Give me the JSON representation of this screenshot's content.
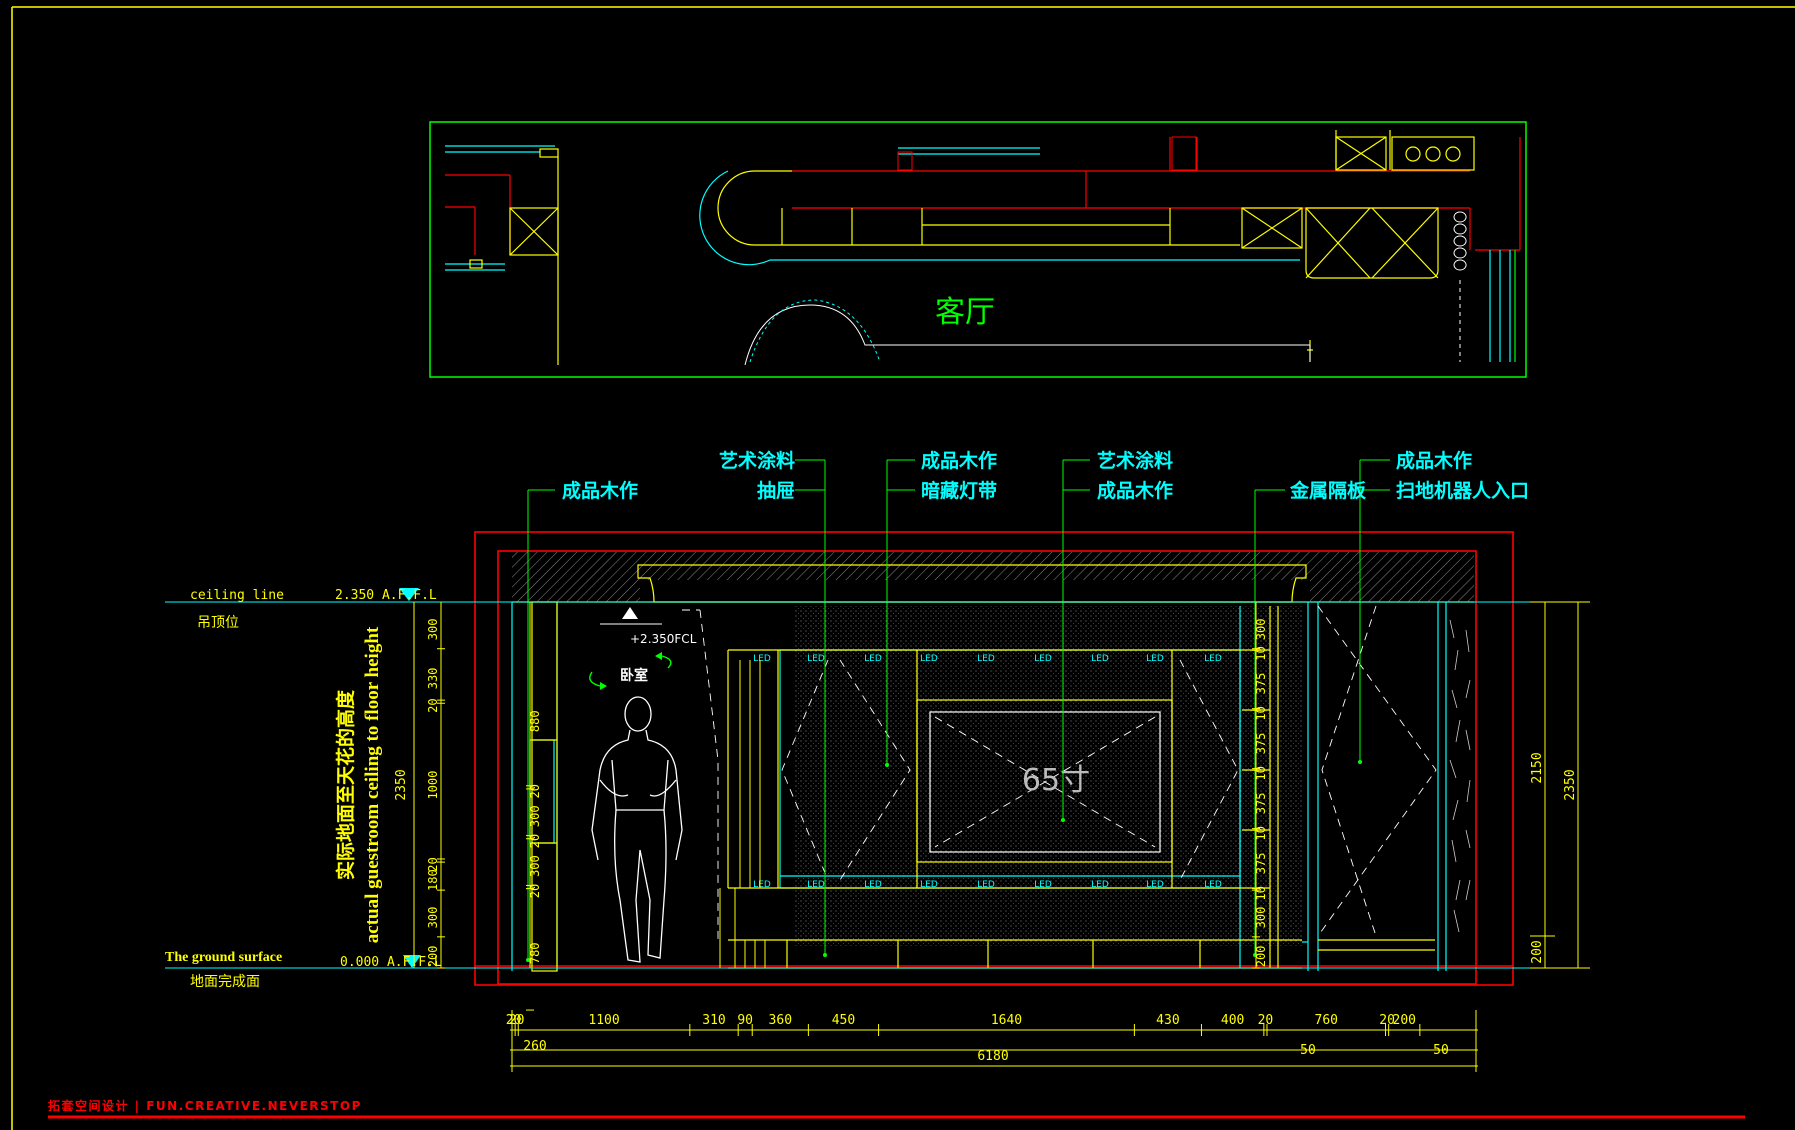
{
  "plan": {
    "room_label": "客厅"
  },
  "callouts": [
    {
      "id": "c1",
      "lines": [
        "成品木作"
      ]
    },
    {
      "id": "c2",
      "lines": [
        "艺术涂料",
        "抽屉"
      ]
    },
    {
      "id": "c3",
      "lines": [
        "成品木作",
        "暗藏灯带"
      ]
    },
    {
      "id": "c4",
      "lines": [
        "艺术涂料",
        "成品木作"
      ]
    },
    {
      "id": "c5",
      "lines": [
        "金属隔板"
      ]
    },
    {
      "id": "c6",
      "lines": [
        "成品木作",
        "扫地机器人入口"
      ]
    }
  ],
  "left_labels": {
    "ceiling_line": "ceiling line",
    "ceiling_cn": "吊顶位",
    "ceiling_level": "2.350 A.F.F.L",
    "ground_en": "The ground surface",
    "ground_cn": "地面完成面",
    "ground_level": "0.000 A.F.F.L",
    "height_cn": "实际地面至天花的高度",
    "height_en": "actual guestroom ceiling to floor height"
  },
  "room_marks": {
    "fcl": "+2.350FCL",
    "bedroom": "卧室",
    "tv_size": "65寸",
    "led": "LED"
  },
  "dims_left": {
    "total": "2350",
    "segments": [
      "300",
      "330",
      "20",
      "1000",
      "20",
      "180",
      "300",
      "200"
    ]
  },
  "dims_cabinet_left": [
    "880",
    "20",
    "300",
    "20",
    "300",
    "20",
    "780"
  ],
  "dims_right_shelf": [
    "300",
    "10",
    "375",
    "10",
    "375",
    "10",
    "375",
    "10",
    "375",
    "10",
    "300",
    "200"
  ],
  "dims_right": {
    "d2150": "2150",
    "d200": "200",
    "d2350": "2350"
  },
  "dims_bottom": {
    "row1": [
      "20",
      "20",
      "1100",
      "310",
      "90",
      "360",
      "450",
      "1640",
      "430",
      "400",
      "20",
      "760",
      "20",
      "200"
    ],
    "row2": [
      "260",
      "50",
      "50"
    ],
    "total": "6180"
  },
  "footer": {
    "brand": "拓套空间设计 | FUN.CREATIVE.NEVERSTOP"
  },
  "colors": {
    "bg": "#000000",
    "red": "#ff0000",
    "green": "#00ff00",
    "yellow": "#ffff00",
    "cyan": "#00ffff",
    "white": "#ffffff",
    "dim": "#cccc00"
  }
}
